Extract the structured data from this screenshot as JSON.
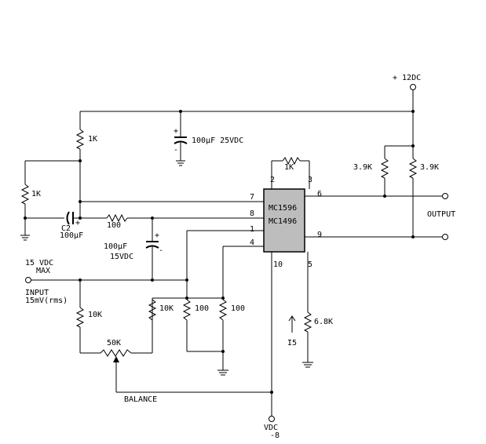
{
  "labels": {
    "supply_pos": "+ 12DC",
    "r_top_left": "1K",
    "c_supply": "100µF  25VDC",
    "r_feedback": "1K",
    "r_collector_a": "3.9K",
    "r_collector_b": "3.9K",
    "r_left": "1K",
    "c2_name": "C2",
    "c2_value": "100µF",
    "r_series": "100",
    "c_input_a": "100µF",
    "c_input_b": "15VDC",
    "ic_name_a": "MC1596",
    "ic_name_b": "MC1496",
    "output": "OUTPUT",
    "input_max_a": "15 VDC",
    "input_max_b": "MAX",
    "input_a": "INPUT",
    "input_b": "15mV(rms)",
    "r_input_bias": "10K",
    "pot": "50K",
    "r_bias_b": "10K",
    "r_100a": "100",
    "r_100b": "100",
    "balance": "BALANCE",
    "r_current": "6.8K",
    "current": "I5",
    "supply_neg_a": "VDC",
    "supply_neg_b": "-8",
    "plus": "+",
    "minus": "-"
  },
  "pins": {
    "p2": "2",
    "p3": "3",
    "p7": "7",
    "p8": "8",
    "p1": "1",
    "p4": "4",
    "p6": "6",
    "p9": "9",
    "p10": "10",
    "p5": "5"
  }
}
